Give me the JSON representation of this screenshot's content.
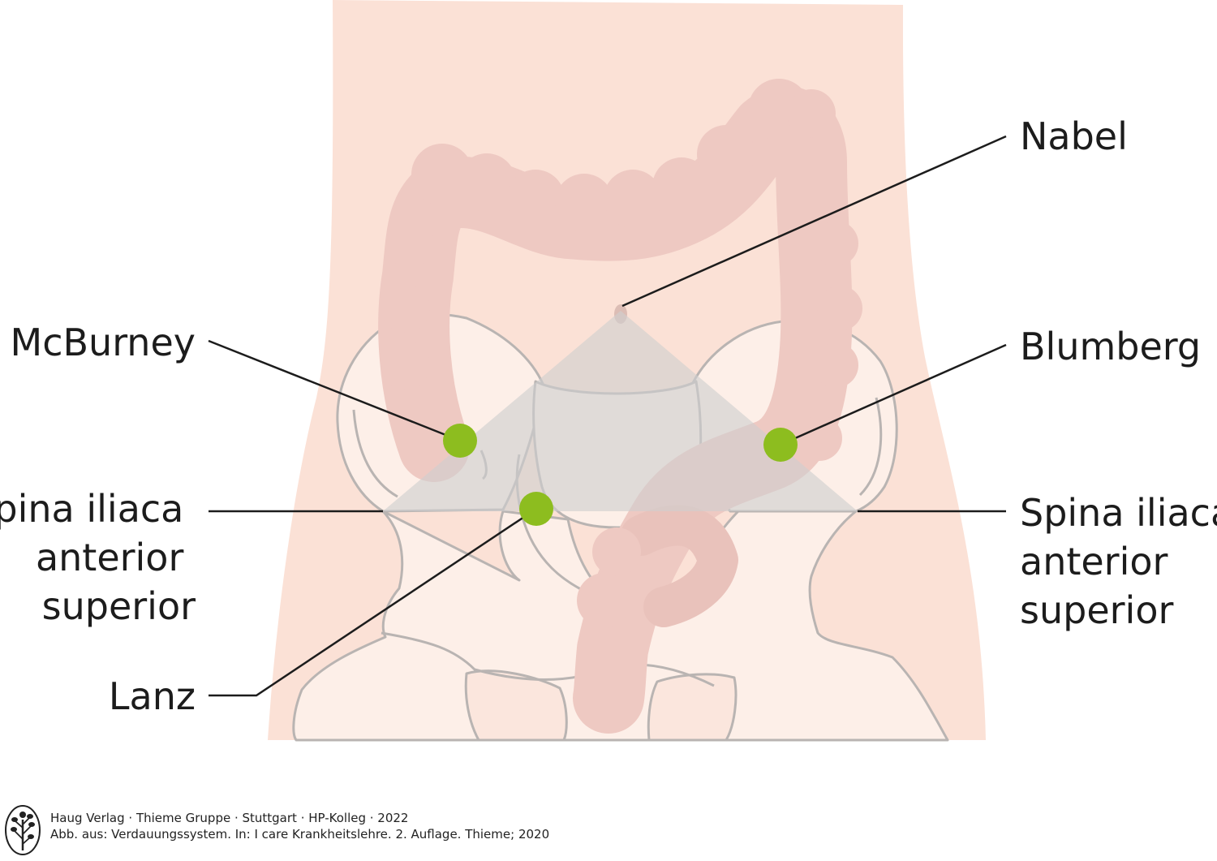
{
  "labels": {
    "nabel": "Nabel",
    "mcburney": "McBurney",
    "blumberg": "Blumberg",
    "lanz": "Lanz",
    "spina_left": [
      "Spina iliaca",
      "anterior",
      "superior"
    ],
    "spina_right": [
      "Spina iliaca",
      "anterior",
      "superior"
    ]
  },
  "credit": {
    "line1": "Haug Verlag · Thieme Gruppe · Stuttgart · HP-Kolleg · 2022",
    "line2": "Abb. aus: Verdauungssystem. In: I care Krankheitslehre. 2. Auflage. Thieme; 2020"
  },
  "colors": {
    "skin": "#fbe1d6",
    "colon": "#eec9c2",
    "pelvis_fill": "#fdefe8",
    "pelvis_stroke": "#b9b4b2",
    "triangle": "#cfcfcf",
    "point": "#8dbd1f",
    "leader": "#1c1c1c"
  },
  "icons": {
    "publisher_logo": "tree-in-oval-icon"
  }
}
